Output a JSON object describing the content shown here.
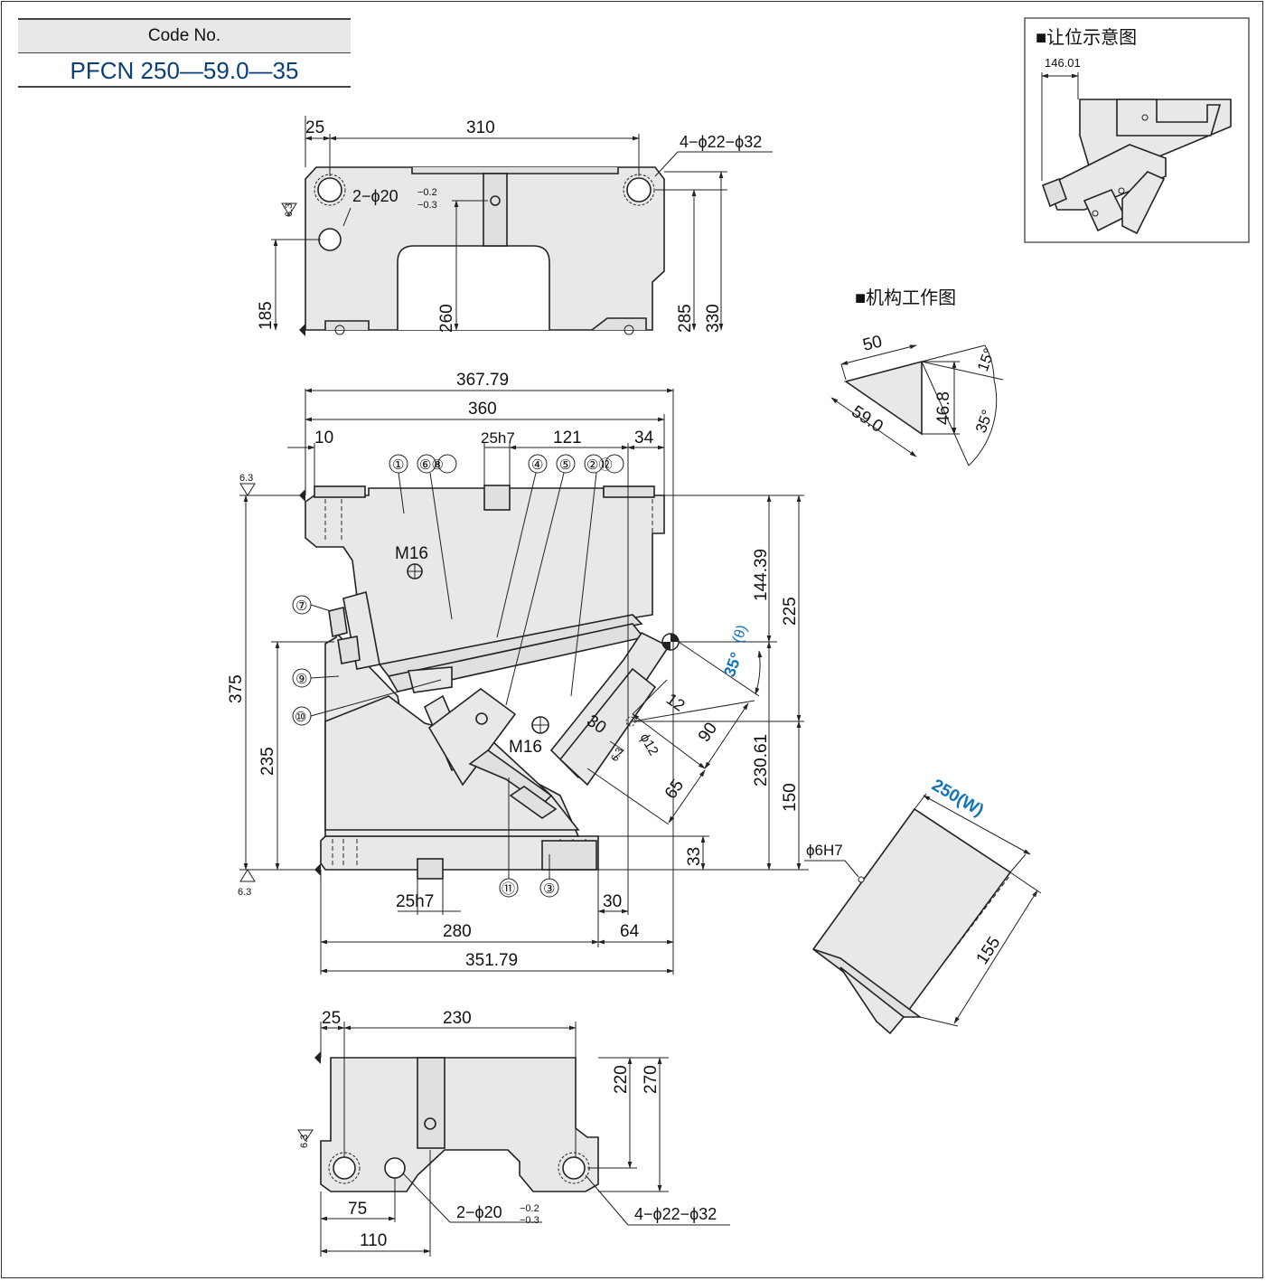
{
  "code": {
    "label": "Code No.",
    "value": "PFCN 250—59.0—35"
  },
  "clearance_title": "■让位示意图",
  "clearance_dim": "146.01",
  "mechanism_title": "■机构工作图",
  "mechanism_dims": {
    "top": "50",
    "hyp": "59.0",
    "side": "46.8",
    "ang1": "15°",
    "ang2": "35°"
  },
  "top_view": {
    "dims": {
      "d25": "25",
      "d310": "310",
      "d185": "185",
      "d260": "260",
      "d285": "285",
      "d330": "330",
      "rough": "6.3"
    },
    "hole_a": "4−ϕ22−ϕ32",
    "hole_b": "2−ϕ20",
    "tol_up": "−0.2",
    "tol_dn": "−0.3"
  },
  "front_view": {
    "dims": {
      "d367": "367.79",
      "d360": "360",
      "d10": "10",
      "d25h7": "25h7",
      "d121": "121",
      "d34": "34",
      "d375": "375",
      "d235": "235",
      "d144": "144.39",
      "d225": "225",
      "d230": "230.61",
      "d150": "150",
      "d33": "33",
      "d30": "30",
      "d64": "64",
      "d280": "280",
      "d351": "351.79",
      "d25h7b": "25h7",
      "d12": "12",
      "d90": "90",
      "d65": "65",
      "d30b": "30",
      "phi12": "ϕ12",
      "rough": "6.3"
    },
    "angle": "35°",
    "theta": "(θ)",
    "thread1": "M16",
    "thread2": "M16",
    "parts": [
      "①",
      "⑥⑧",
      "④",
      "⑤",
      "②⑫",
      "⑦",
      "⑨",
      "⑩",
      "⑪",
      "③"
    ]
  },
  "iso_view": {
    "width": "250(W)",
    "depth": "155",
    "pin": "ϕ6H7"
  },
  "bottom_view": {
    "dims": {
      "d25": "25",
      "d230": "230",
      "d220": "220",
      "d270": "270",
      "d75": "75",
      "d110": "110",
      "rough": "6.3"
    },
    "hole_b": "2−ϕ20",
    "tol_up": "−0.2",
    "tol_dn": "−0.3",
    "hole_a": "4−ϕ22−ϕ32"
  },
  "colors": {
    "accent": "#1273b9",
    "code_blue": "#0a3f7a",
    "part_fill": "#e7e8ea"
  }
}
